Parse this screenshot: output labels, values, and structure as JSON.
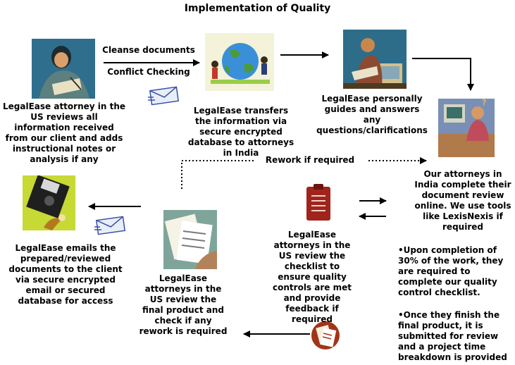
{
  "title": "Implementation of Quality",
  "steps": {
    "us_review": "LegalEase attorney in the US reviews all information received from our client and adds instructional notes or analysis if any",
    "transfer": "LegalEase transfers the information via secure encrypted database to attorneys in India",
    "guide": "LegalEase personally guides and answers any questions/clarifications",
    "india_review": "Our attorneys in India complete their document review online. We use tools like LexisNexis if required",
    "checklist_review": "LegalEase attorneys in the US review the checklist to ensure quality controls are met and provide feedback if required",
    "completion_note": "•Upon completion of 30% of the work, they are required to complete our quality control checklist.",
    "final_note": "•Once they finish the final product, it is submitted for review and a project time breakdown is provided",
    "final_review": "LegalEase attorneys in the US review the final product and check if any rework is required",
    "email": "LegalEase emails the prepared/reviewed documents to the client via secure encrypted email or secured database for access"
  },
  "labels": {
    "cleanse": "Cleanse documents",
    "conflict": "Conflict Checking",
    "rework": "Rework if required"
  },
  "colors": {
    "arrow": "#000000",
    "dotted": "#000000",
    "clipboard": "#a0241b",
    "floppy_bg": "#c6d935"
  }
}
